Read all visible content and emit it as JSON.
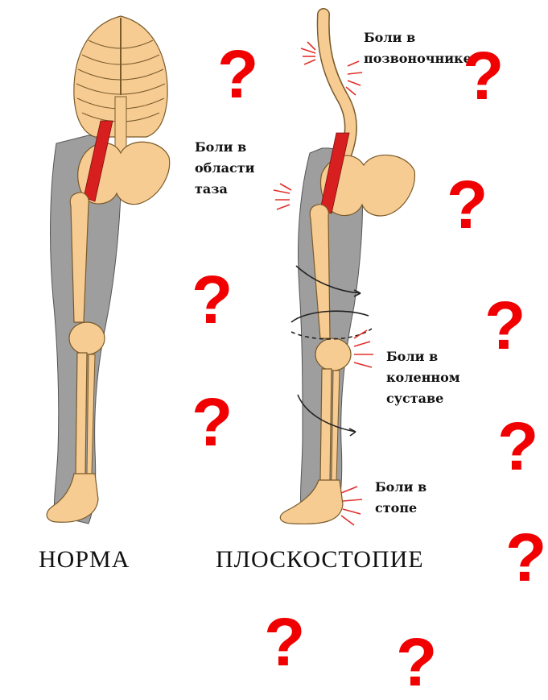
{
  "labels": {
    "spine": [
      "Боли в",
      "позвоночнике"
    ],
    "pelvis": [
      "Боли в",
      "области",
      "таза"
    ],
    "knee": [
      "Боли в",
      "коленном",
      "суставе"
    ],
    "foot": [
      "Боли в",
      "стопе"
    ]
  },
  "captions": {
    "normal": "НОРМА",
    "flatfoot": "ПЛОСКОСТОПИЕ"
  },
  "question_mark": "?",
  "colors": {
    "bone": "#f6cc93",
    "bone_outline": "#7a5a2a",
    "silhouette": "#9e9e9e",
    "muscle": "#d81f1f",
    "pain_marks": "#e0302a",
    "question": "#f00000"
  }
}
